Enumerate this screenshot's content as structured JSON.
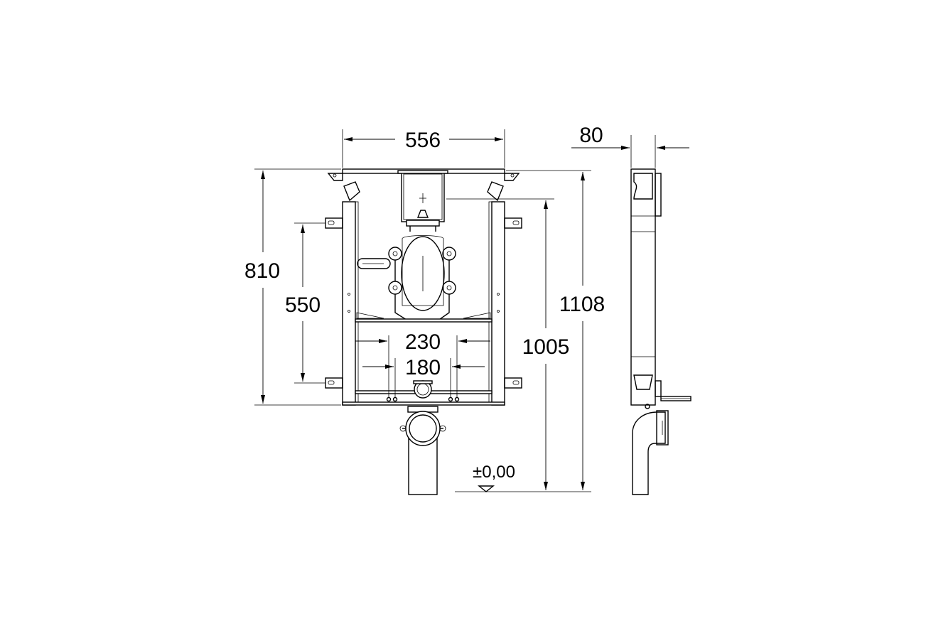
{
  "drawing": {
    "dimensions": {
      "frame_width": "556",
      "depth": "80",
      "frame_height": "810",
      "bracket_spacing": "550",
      "total_height": "1108",
      "cistern_height": "1005",
      "bolt_spacing_outer": "230",
      "bolt_spacing_inner": "180"
    },
    "level_marker": "±0,00"
  },
  "colors": {
    "line": "#000000",
    "background": "#ffffff"
  }
}
